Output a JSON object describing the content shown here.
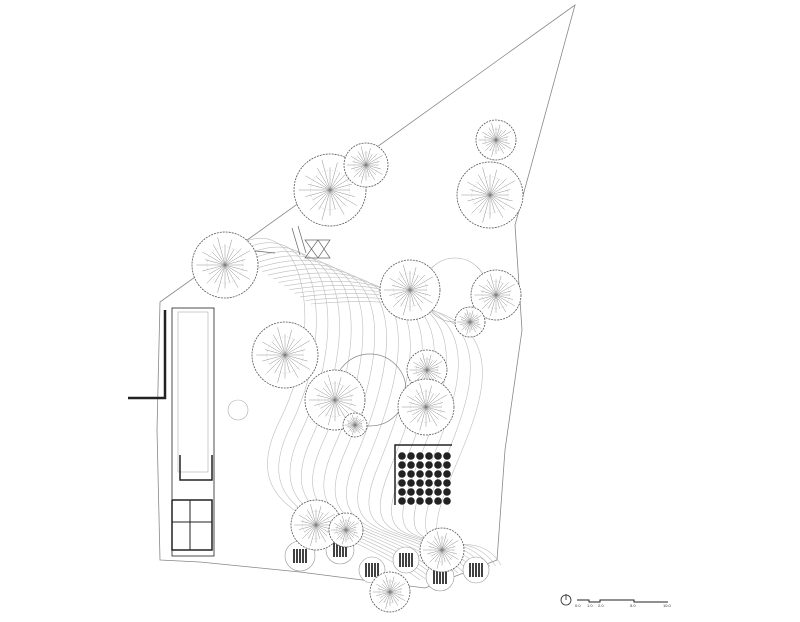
{
  "scale_bar": {
    "labels": [
      "0.0",
      "1.0",
      "2.0",
      "5.0",
      "10.0"
    ],
    "icon": "north-arrow-icon"
  },
  "colors": {
    "line": "#9a9a9a",
    "dark": "#222222",
    "background": "#ffffff"
  }
}
